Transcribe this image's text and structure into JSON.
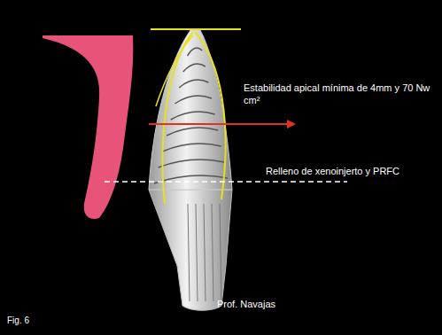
{
  "diagram": {
    "labels": [
      "Estabilidad apical  mínima de 4mm y 70 Nw cm²",
      "Relleno de xenoinjerto y PRFC",
      "Prof. Navajas",
      "Fig. 6"
    ]
  }
}
